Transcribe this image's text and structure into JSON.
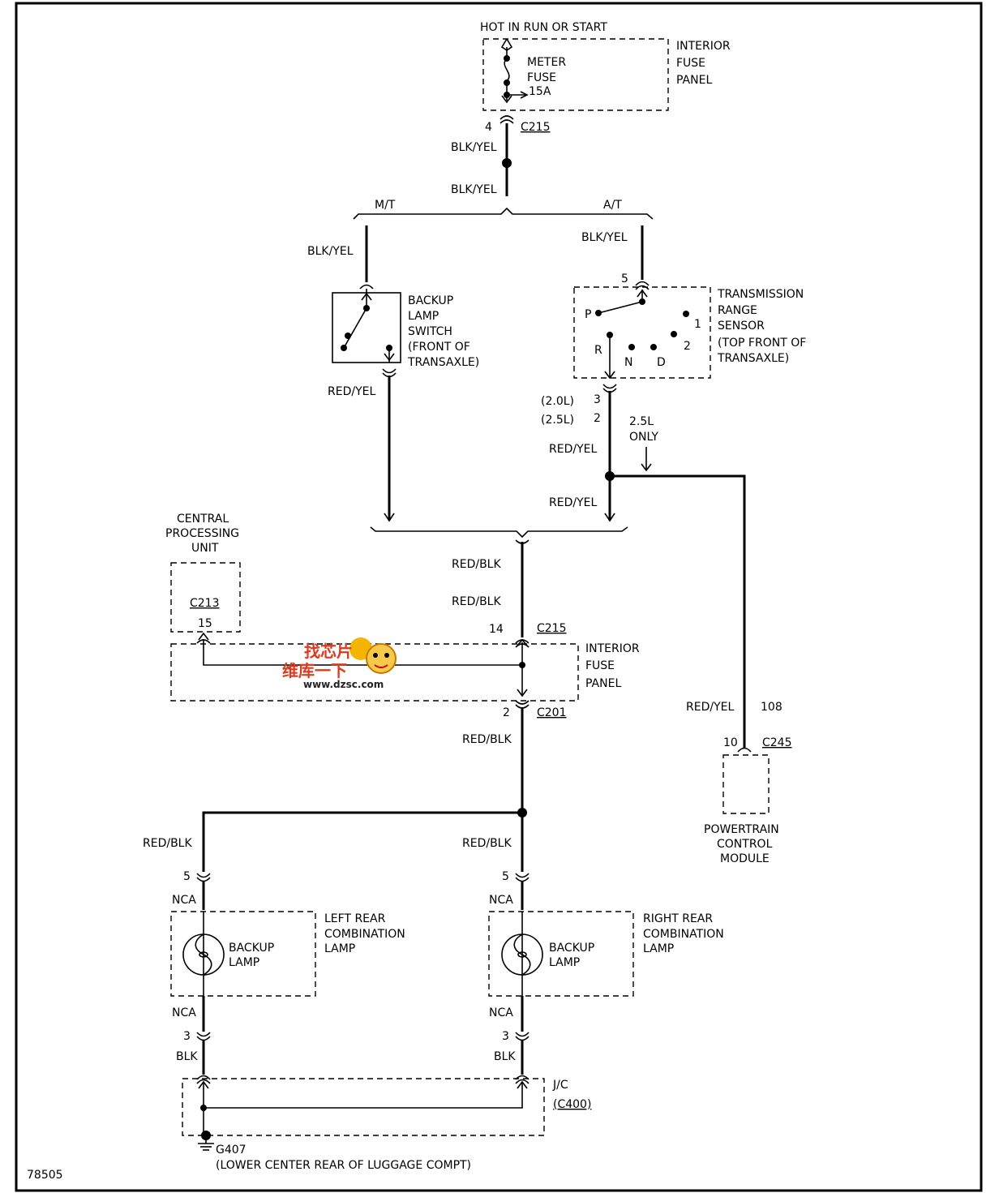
{
  "labels": {
    "hot_in_run": "HOT IN RUN OR START",
    "meter_fuse": [
      "METER",
      "FUSE",
      "15A"
    ],
    "interior_fuse_panel_top": [
      "INTERIOR",
      "FUSE",
      "PANEL"
    ],
    "c215_pin_top": "4",
    "c215_top": "C215",
    "blk_yel_1": "BLK/YEL",
    "blk_yel_2": "BLK/YEL",
    "mt": "M/T",
    "at": "A/T",
    "blk_yel_mt": "BLK/YEL",
    "blk_yel_at": "BLK/YEL",
    "trs_pin5": "5",
    "backup_lamp_switch": [
      "BACKUP",
      "LAMP",
      "SWITCH",
      "(FRONT OF",
      "TRANSAXLE)"
    ],
    "trs": [
      "TRANSMISSION",
      "RANGE",
      "SENSOR",
      "(TOP FRONT OF",
      "TRANSAXLE)"
    ],
    "trs_positions": {
      "p": "P",
      "r": "R",
      "n": "N",
      "d": "D",
      "one": "1",
      "two": "2"
    },
    "red_yel_left": "RED/YEL",
    "engine_20": "(2.0L)",
    "engine_25": "(2.5L)",
    "pin3": "3",
    "pin2": "2",
    "only_25": [
      "2.5L",
      "ONLY"
    ],
    "red_yel_a": "RED/YEL",
    "red_yel_b": "RED/YEL",
    "red_blk_1": "RED/BLK",
    "red_blk_2": "RED/BLK",
    "cpu": [
      "CENTRAL",
      "PROCESSING",
      "UNIT"
    ],
    "c213": "C213",
    "c213_pin": "15",
    "c215_pin_mid": "14",
    "c215_mid": "C215",
    "interior_fuse_panel_mid": [
      "INTERIOR",
      "FUSE",
      "PANEL"
    ],
    "c201_pin": "2",
    "c201": "C201",
    "red_blk_3": "RED/BLK",
    "red_yel_pcm": "RED/YEL",
    "circuit_108": "108",
    "c245_pin": "10",
    "c245": "C245",
    "pcm": [
      "POWERTRAIN",
      "CONTROL",
      "MODULE"
    ],
    "red_blk_left": "RED/BLK",
    "red_blk_right": "RED/BLK",
    "pin5_left": "5",
    "pin5_right": "5",
    "nca_tl": "NCA",
    "nca_tr": "NCA",
    "nca_bl": "NCA",
    "nca_br": "NCA",
    "backup_lamp_l": [
      "BACKUP",
      "LAMP"
    ],
    "backup_lamp_r": [
      "BACKUP",
      "LAMP"
    ],
    "left_rear": [
      "LEFT REAR",
      "COMBINATION",
      "LAMP"
    ],
    "right_rear": [
      "RIGHT REAR",
      "COMBINATION",
      "LAMP"
    ],
    "pin3_left": "3",
    "pin3_right": "3",
    "blk_left": "BLK",
    "blk_right": "BLK",
    "jc": "J/C",
    "c400": "(C400)",
    "g407": "G407",
    "g407_loc": "(LOWER CENTER REAR OF LUGGAGE COMPT)",
    "figure_no": "78505"
  },
  "watermark": {
    "line1": "找芯片",
    "line2": "维库一下",
    "url": "www.dzsc.com"
  },
  "colors": {
    "ink": "#000000",
    "background": "#ffffff",
    "watermark_red": "#e03a1e"
  }
}
